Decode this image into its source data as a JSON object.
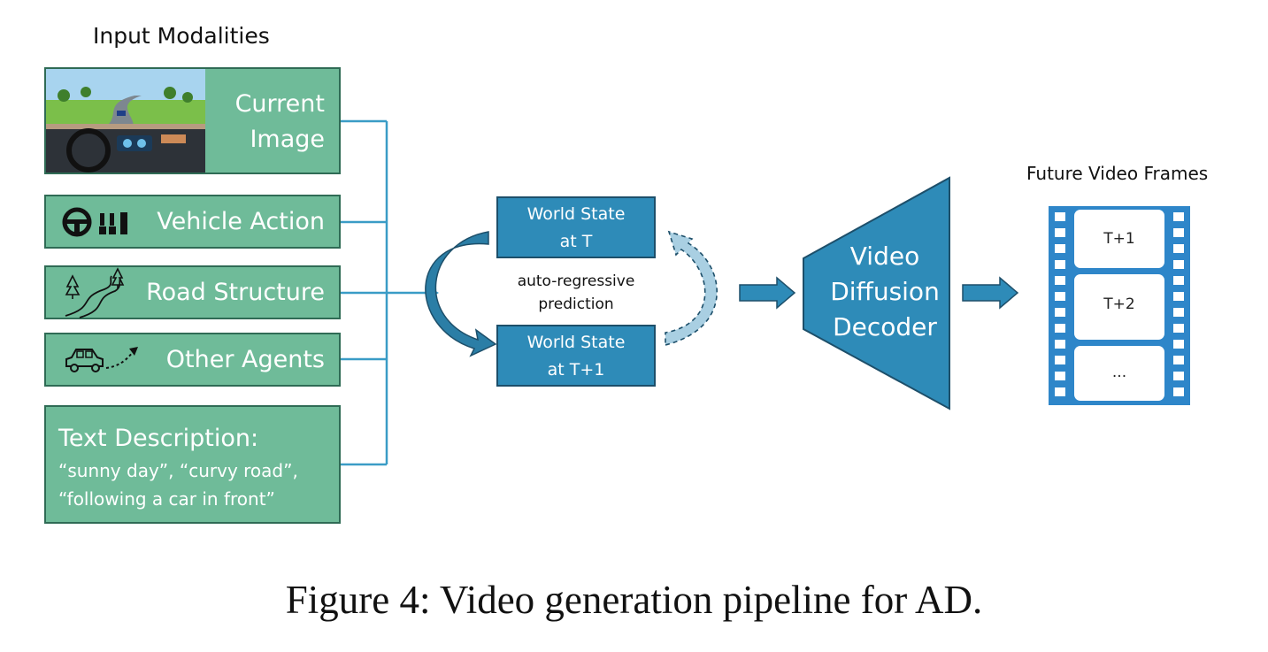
{
  "input_modalities": {
    "title": "Input Modalities",
    "current_image": {
      "line1": "Current",
      "line2": "Image"
    },
    "vehicle_action": "Vehicle Action",
    "road_structure": "Road Structure",
    "other_agents": "Other Agents",
    "text_description": {
      "title": "Text Description:",
      "line1": "“sunny day”, “curvy road”,",
      "line2": "“following a car in front”"
    }
  },
  "world_model": {
    "state_t": {
      "line1": "World State",
      "line2": "at T"
    },
    "state_t1": {
      "line1": "World State",
      "line2": "at T+1"
    },
    "loop_label": {
      "line1": "auto-regressive",
      "line2": "prediction"
    }
  },
  "decoder": {
    "line1": "Video",
    "line2": "Diffusion",
    "line3": "Decoder"
  },
  "future_frames": {
    "title": "Future Video Frames",
    "frames": [
      "T+1",
      "T+2",
      "..."
    ]
  },
  "caption": "Figure 4: Video generation pipeline for AD.",
  "colors": {
    "green_fill": "#6fbb99",
    "green_border": "#2f6b55",
    "blue_fill": "#2e8bb8",
    "blue_dark": "#1d4f6a",
    "film_blue": "#2e86c9"
  }
}
